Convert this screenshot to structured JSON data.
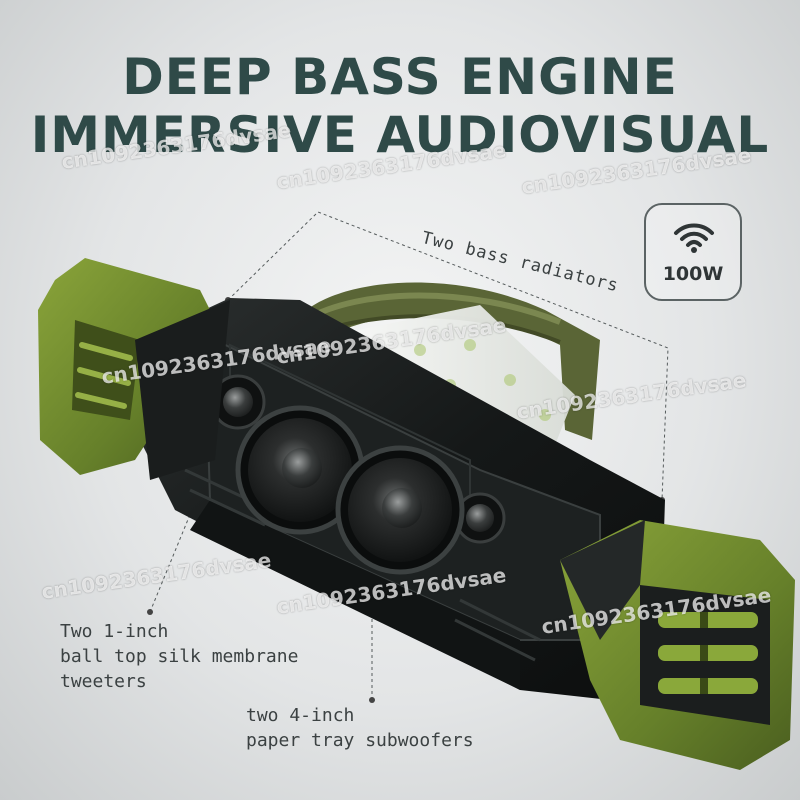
{
  "headline": {
    "line1": "DEEP BASS ENGINE",
    "line2": "IMMERSIVE AUDIOVISUAL"
  },
  "badge": {
    "icon": "wifi-icon",
    "power": "100W"
  },
  "callouts": {
    "radiators": "Two bass radiators",
    "tweeters": [
      "Two 1-inch",
      "ball top silk membrane",
      "tweeters"
    ],
    "subwoofers": [
      "two 4-inch",
      "paper tray subwoofers"
    ]
  },
  "watermark": "cn1092363176dvsae",
  "colors": {
    "headline": "#2f4a48",
    "accent_green": "#6f8a2a",
    "body_black": "#1c1f1f"
  }
}
